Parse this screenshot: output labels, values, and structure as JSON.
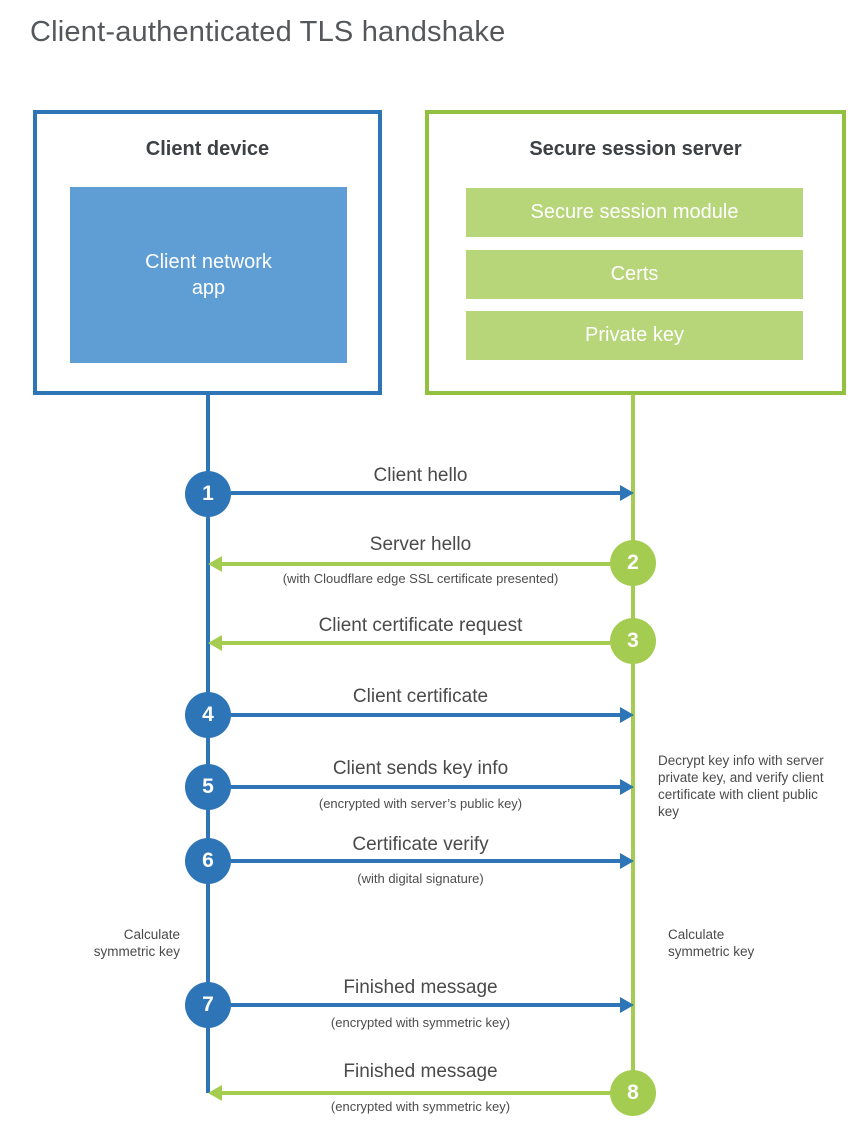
{
  "title": "Client-authenticated TLS handshake",
  "client": {
    "title": "Client device",
    "app_label": "Client network app"
  },
  "server": {
    "title": "Secure session server",
    "modules": [
      "Secure session module",
      "Certs",
      "Private key"
    ]
  },
  "flow": {
    "steps": [
      {
        "num": "1",
        "label": "Client hello",
        "sub": "",
        "direction": "right"
      },
      {
        "num": "2",
        "label": "Server hello",
        "sub": "(with Cloudflare edge SSL certificate presented)",
        "direction": "left"
      },
      {
        "num": "3",
        "label": "Client certificate request",
        "sub": "",
        "direction": "left"
      },
      {
        "num": "4",
        "label": "Client certificate",
        "sub": "",
        "direction": "right"
      },
      {
        "num": "5",
        "label": "Client sends key info",
        "sub": "(encrypted with server’s public key)",
        "direction": "right"
      },
      {
        "num": "6",
        "label": "Certificate verify",
        "sub": "(with digital signature)",
        "direction": "right"
      },
      {
        "num": "7",
        "label": "Finished message",
        "sub": "(encrypted with symmetric key)",
        "direction": "right"
      },
      {
        "num": "8",
        "label": "Finished message",
        "sub": "(encrypted with symmetric key)",
        "direction": "left"
      }
    ]
  },
  "annotations": {
    "decrypt_note": "Decrypt key info with server private key, and verify client certificate with client public key",
    "calc_left": "Calculate symmetric key",
    "calc_right": "Calculate symmetric key"
  },
  "colors": {
    "blue": "#2d75b7",
    "blue_fill": "#5f9dd5",
    "green": "#a4cc50",
    "green_border": "#92c13f",
    "green_fill": "#b7d679"
  }
}
